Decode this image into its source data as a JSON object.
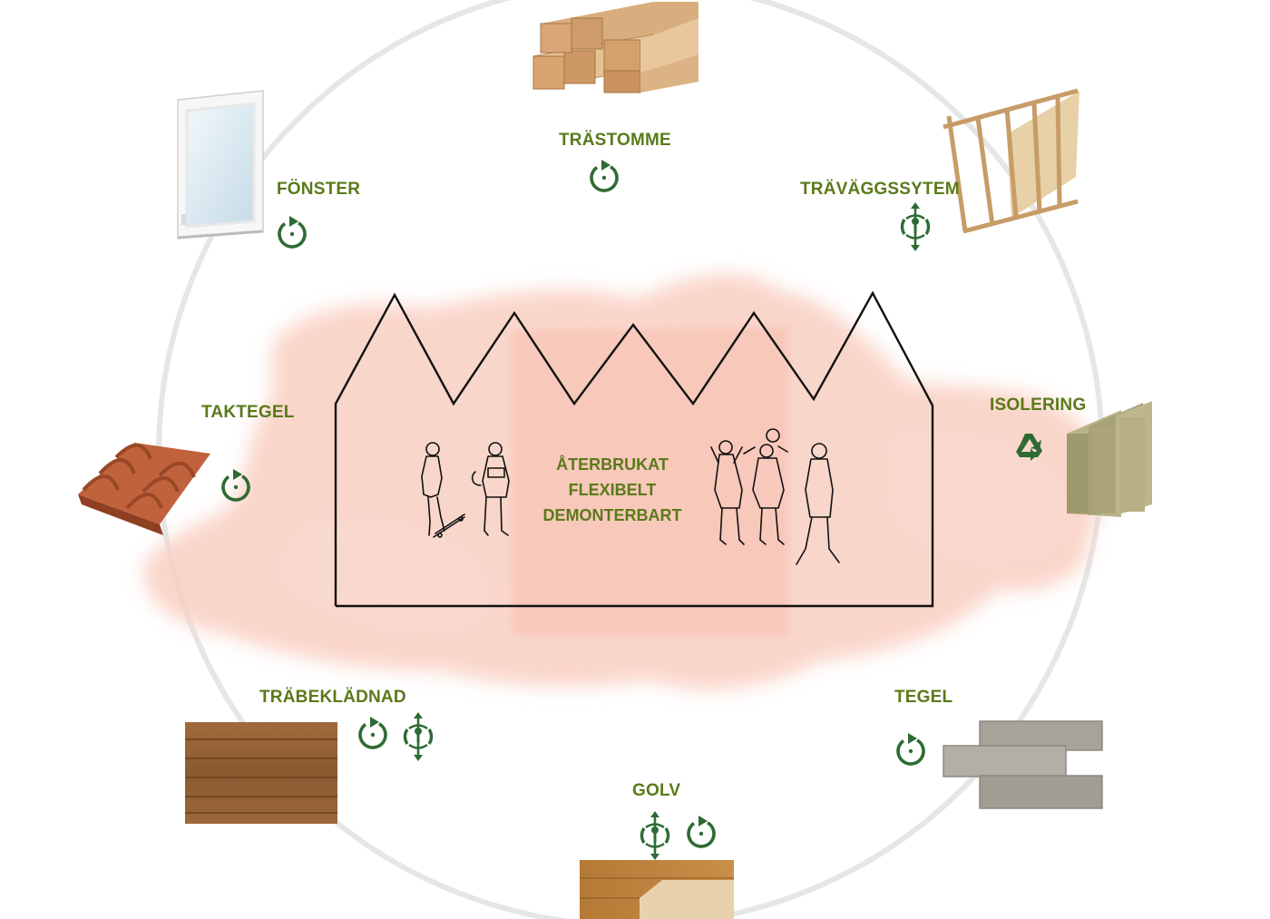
{
  "colors": {
    "label_green": "#5a7a1a",
    "icon_green": "#2e6b34",
    "watercolor": "#f7c0b0",
    "ring": "#e4e6e8"
  },
  "center": {
    "line1": "ÅTERBRUKAT",
    "line2": "FLEXIBELT",
    "line3": "DEMONTERBART"
  },
  "materials": [
    {
      "id": "trastomme",
      "label": "TRÄSTOMME",
      "icons": [
        "reuse-icon"
      ]
    },
    {
      "id": "fonster",
      "label": "FÖNSTER",
      "icons": [
        "reuse-icon"
      ]
    },
    {
      "id": "travaggssytem",
      "label": "TRÄVÄGGSSYTEM",
      "icons": [
        "demount-screw-icon"
      ]
    },
    {
      "id": "taktegel",
      "label": "TAKTEGEL",
      "icons": [
        "reuse-icon"
      ]
    },
    {
      "id": "isolering",
      "label": "ISOLERING",
      "icons": [
        "recycle-icon"
      ]
    },
    {
      "id": "trabekladnad",
      "label": "TRÄBEKLÄDNAD",
      "icons": [
        "reuse-icon",
        "demount-screw-icon"
      ]
    },
    {
      "id": "tegel",
      "label": "TEGEL",
      "icons": [
        "reuse-icon"
      ]
    },
    {
      "id": "golv",
      "label": "GOLV",
      "icons": [
        "demount-screw-icon",
        "reuse-icon"
      ]
    }
  ]
}
